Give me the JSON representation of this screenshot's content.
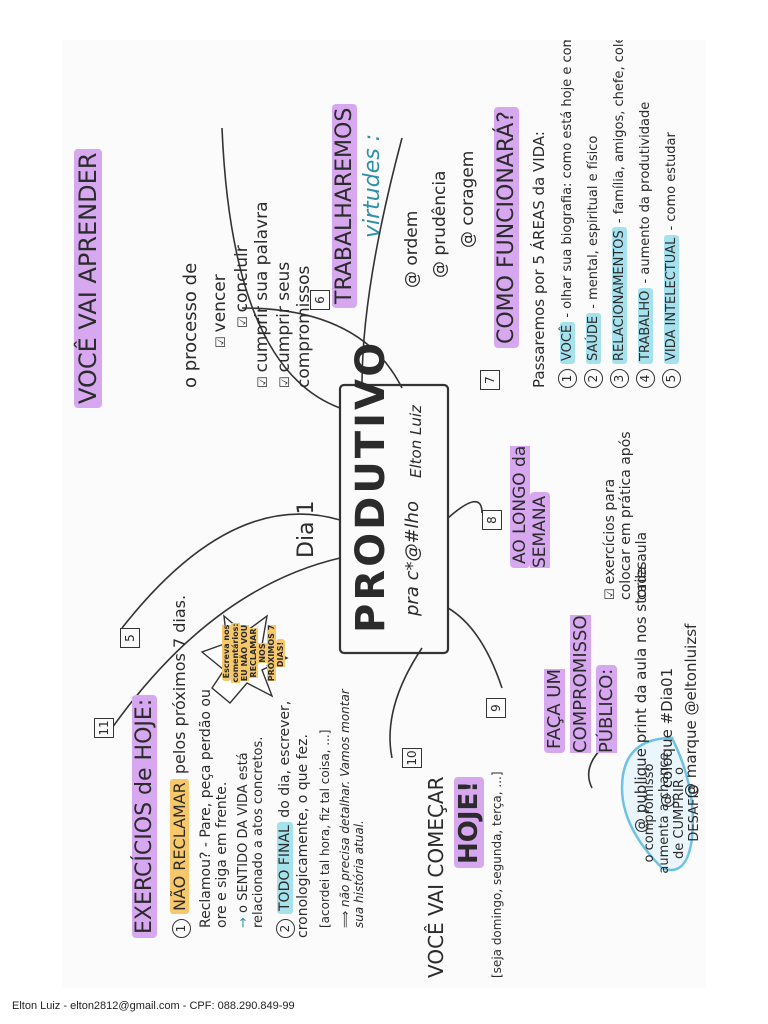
{
  "header": {
    "dia": "Dia 1"
  },
  "center": {
    "title": "PRODUTIVO",
    "subtitle": "pra c*@#lho",
    "signature": "Elton Luiz"
  },
  "section5": {
    "number": "5",
    "title": "VOCÊ VAI APRENDER",
    "line": "o processo de",
    "items": [
      "vencer",
      "concluir",
      "cumprir sua palavra",
      "cumprir seus compromissos"
    ]
  },
  "section6": {
    "number": "6",
    "title": "TRABALHAREMOS",
    "title2": "virtudes :",
    "items": [
      "ordem",
      "prudência",
      "coragem"
    ]
  },
  "section7": {
    "number": "7",
    "title": "COMO FUNCIONARÁ?",
    "intro": "Passaremos por 5 ÁREAS da VIDA:",
    "items": [
      {
        "n": "1",
        "label": "VOCÊ",
        "desc": "- olhar sua biografia: como está hoje e como quer ser"
      },
      {
        "n": "2",
        "label": "SAÚDE",
        "desc": "- mental, espiritual e físico"
      },
      {
        "n": "3",
        "label": "RELACIONAMENTOS",
        "desc": "- família, amigos, chefe, colegas de trabalho, clientes"
      },
      {
        "n": "4",
        "label": "TRABALHO",
        "desc": "- aumento da produtividade"
      },
      {
        "n": "5",
        "label": "VIDA INTELECTUAL",
        "desc": "- como estudar"
      }
    ]
  },
  "section8": {
    "number": "8",
    "title": "AO LONGO da SEMANA",
    "item": "exercícios para colocar em prática após cada aula"
  },
  "section9": {
    "number": "9",
    "title": "FAÇA UM COMPROMISSO PÚBLICO:",
    "items": [
      "publique print da aula nos stories",
      "coloque #Dia01",
      "marque @eltonluizsf"
    ],
    "cloud": "o compromisso aumenta a chance de CUMPRIR o DESAFIO"
  },
  "section10": {
    "number": "10",
    "title": "VOCÊ VAI COMEÇAR",
    "title2": "HOJE!",
    "note": "[seja domingo, segunda, terça, ...]"
  },
  "section11": {
    "number": "11",
    "title": "EXERCÍCIOS de HOJE:",
    "ex1_label": "NÃO RECLAMAR",
    "ex1_rest": "pelos próximos 7 dias.",
    "ex1_note": "Reclamou? - Pare, peça perdão ou ore e siga em frente.",
    "ex1_arrow": "o SENTIDO DA VIDA está relacionado a atos concretos.",
    "ex2_label": "TODO FINAL",
    "ex2_rest": "do dia, escrever, cronologicamente, o que fez.",
    "ex2_note": "[acordei tal hora, fiz tal coisa, ...]",
    "ex2_arrow": "não precisa detalhar. Vamos montar sua história atual."
  },
  "starburst": {
    "text": "Escreva nos comentários: EU NÃO VOU RECLAMAR NOS PRÓXIMOS 7 DIAS!"
  },
  "footer": {
    "text": "Elton Luiz - elton2812@gmail.com - CPF: 088.290.849-99"
  },
  "colors": {
    "purple": "#d7a8f0",
    "orange": "#f6c86a",
    "cyan": "#a6e2ee",
    "ink": "#2b2b2b"
  }
}
